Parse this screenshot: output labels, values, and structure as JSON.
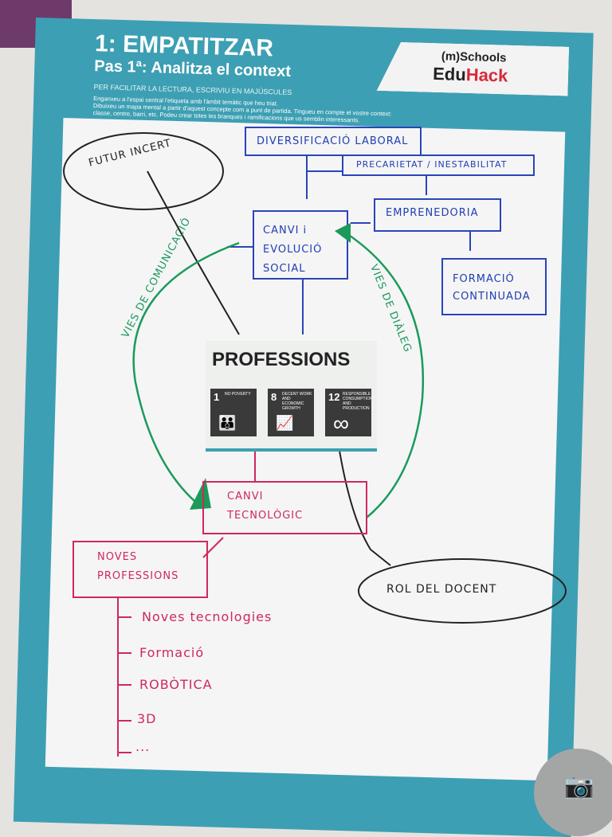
{
  "header": {
    "title": "1: EMPATITZAR",
    "subtitle": "Pas 1ª: Analitza el context",
    "note": "PER FACILITAR LA LECTURA, ESCRIVIU EN MAJÚSCULES",
    "instructions": [
      "Enganxeu a l'espai central l'etiqueta amb l'àmbit temàtic que heu triat.",
      "Dibuixeu un mapa mental a partir d'aquest concepte com a punt de partida. Tingueu en compte el vostre context:",
      "classe, centre, barri, etc. Podeu crear totes les branques i ramificacions que us semblin interessants."
    ]
  },
  "logo": {
    "top": "(m)Schools",
    "edu": "Edu",
    "hack": "Hack"
  },
  "card": {
    "title": "PROFESSIONS",
    "sdgs": [
      {
        "num": "1",
        "text": "NO POVERTY",
        "icon": "family-icon",
        "glyph": "👪"
      },
      {
        "num": "8",
        "text": "DECENT WORK AND ECONOMIC GROWTH",
        "icon": "growth-chart-icon",
        "glyph": "📈"
      },
      {
        "num": "12",
        "text": "RESPONSIBLE CONSUMPTION AND PRODUCTION",
        "icon": "infinity-icon",
        "glyph": "∞"
      }
    ]
  },
  "nodes": {
    "futur": "FUTUR INCERT",
    "diversificacio": "DIVERSIFICACIÓ LABORAL",
    "precarietat": "PRECARIETAT / INESTABILITAT",
    "canvi_social": [
      "CANVI i",
      "EVOLUCIÓ",
      "SOCIAL"
    ],
    "emprenedoria": "EMPRENEDORIA",
    "formacio": [
      "FORMACIÓ",
      "CONTINUADA"
    ],
    "vies_comunicacio": "VIES DE COMUNICACIÓ",
    "vies_dialeg": "VIES DE DIÀLEG",
    "canvi_tec": [
      "CANVI",
      "TECNOLÒGIC"
    ],
    "noves_prof": [
      "NOVES",
      "PROFESSIONS"
    ],
    "rol": "ROL DEL DOCENT",
    "list": [
      "Noves tecnologies",
      "Formació",
      "ROBÒTICA",
      "3D",
      "..."
    ]
  },
  "camera_icon": "📷"
}
